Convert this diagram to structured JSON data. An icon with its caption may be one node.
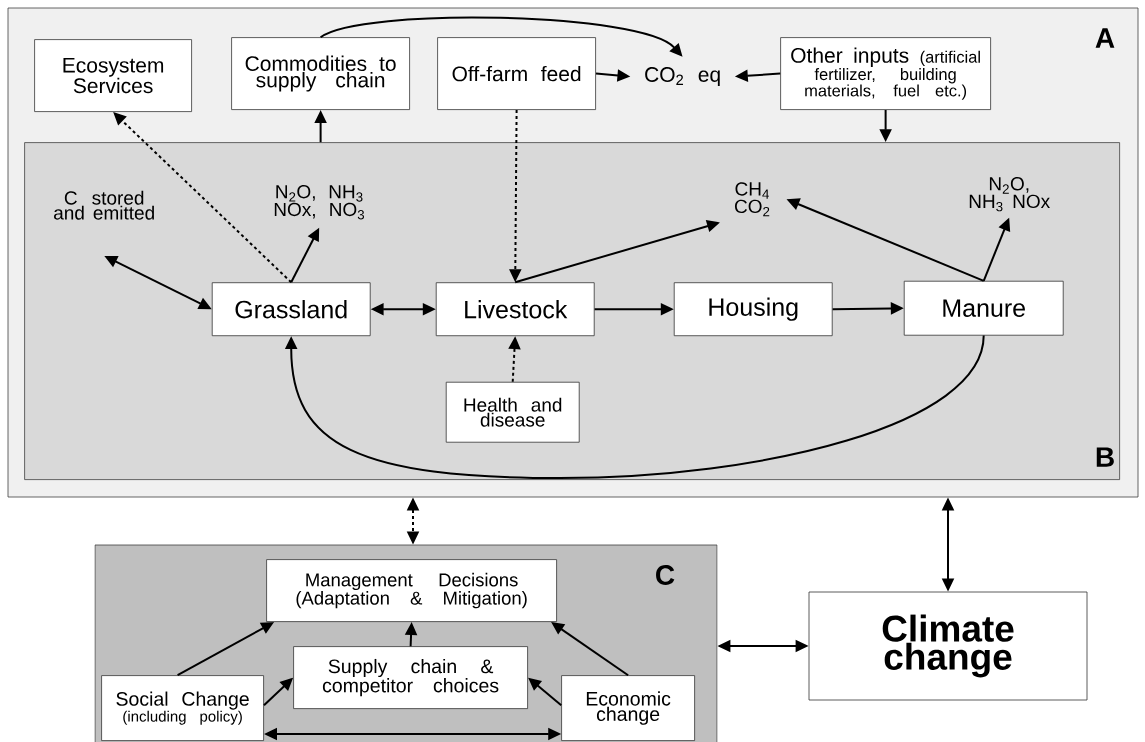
{
  "diagram": {
    "nodes": [
      {
        "text": [
          "A"
        ]
      },
      {
        "text": [
          "Ecosystem Services"
        ],
        "in": 0
      },
      {
        "text": [
          "Commodities to supply chain"
        ],
        "in": 0
      },
      {
        "text": [
          "Off-farm feed"
        ],
        "in": 0
      },
      {
        "text": [
          "CO$_{2}$ eq"
        ],
        "in": 0
      },
      {
        "text": [
          "Other inputs",
          "(artificial fertilizer, building materials, fuel etc.)"
        ],
        "in": 0
      },
      {
        "text": [
          "B"
        ],
        "in": 0
      },
      {
        "text": [
          "C stored and emitted"
        ],
        "in": 6
      },
      {
        "text": [
          "N$_{2}$O, NH$_{3}$ NOx, NO$_{3}$"
        ],
        "in": 6
      },
      {
        "text": [
          "CH$_{4}$ CO$_{2}$"
        ],
        "in": 6
      },
      {
        "text": [
          "N$_{2}$O, NH$_{3}$ NOx"
        ],
        "in": 6
      },
      {
        "text": [
          "Grassland"
        ],
        "in": 6
      },
      {
        "text": [
          "Livestock"
        ],
        "in": 6
      },
      {
        "text": [
          "Housing"
        ],
        "in": 6
      },
      {
        "text": [
          "Manure"
        ],
        "in": 6
      },
      {
        "text": [
          "Health and disease"
        ],
        "in": 6
      },
      {
        "text": [
          "C"
        ]
      },
      {
        "text": [
          "Management Decisions (Adaptation & Mitigation)"
        ],
        "in": 16
      },
      {
        "text": [
          "Supply chain & competitor choices"
        ],
        "in": 16
      },
      {
        "text": [
          "Social Change",
          "(including policy)"
        ],
        "in": 16
      },
      {
        "text": [
          "Economic change"
        ],
        "in": 16
      },
      {
        "text": [
          "Climate change"
        ]
      }
    ],
    "edges": [
      {
        "from": 11,
        "to": 1,
        "arrow": "to",
        "style": "dashed"
      },
      {
        "from": 6,
        "to": 2,
        "arrow": "to"
      },
      {
        "from": 2,
        "to": 4,
        "arrow": "to"
      },
      {
        "from": 3,
        "to": 4,
        "arrow": "to"
      },
      {
        "from": 5,
        "to": 4,
        "arrow": "to"
      },
      {
        "from": 5,
        "to": 6,
        "arrow": "to"
      },
      {
        "from": 3,
        "to": 12,
        "arrow": "to",
        "style": "dashed"
      },
      {
        "from": 11,
        "to": 7,
        "arrow": "both"
      },
      {
        "from": 11,
        "to": 8,
        "arrow": "to"
      },
      {
        "from": 11,
        "to": 12,
        "arrow": "both"
      },
      {
        "from": 12,
        "to": 9,
        "arrow": "to"
      },
      {
        "from": 12,
        "to": 13,
        "arrow": "to"
      },
      {
        "from": 13,
        "to": 14,
        "arrow": "to"
      },
      {
        "from": 14,
        "to": 9,
        "arrow": "to"
      },
      {
        "from": 14,
        "to": 10,
        "arrow": "to"
      },
      {
        "from": 14,
        "to": 11,
        "arrow": "to"
      },
      {
        "from": 15,
        "to": 12,
        "arrow": "to",
        "style": "dashed"
      },
      {
        "from": 0,
        "to": 16,
        "arrow": "both",
        "style": "dashed"
      },
      {
        "from": 0,
        "to": 21,
        "arrow": "both"
      },
      {
        "from": 16,
        "to": 21,
        "arrow": "both"
      },
      {
        "from": 19,
        "to": 17,
        "arrow": "to"
      },
      {
        "from": 18,
        "to": 17,
        "arrow": "to"
      },
      {
        "from": 20,
        "to": 17,
        "arrow": "to"
      },
      {
        "from": 19,
        "to": 18,
        "arrow": "to"
      },
      {
        "from": 20,
        "to": 18,
        "arrow": "to"
      },
      {
        "from": 19,
        "to": 20,
        "arrow": "both"
      }
    ]
  }
}
